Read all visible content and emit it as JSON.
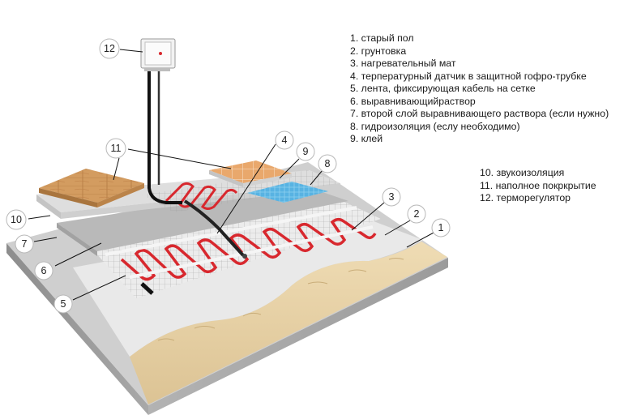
{
  "legend_main": [
    "1. старый пол",
    "2. грунтовка",
    "3. нагревательный мат",
    "4. терпературный датчик в защитной гофро-трубке",
    "5. лента, фиксирующая кабель на сетке",
    "6. выравнивающийраствор",
    "7.  второй слой выравнивающего раствора (если нужно)",
    "8. гидроизоляция (еслу необходимо)",
    "9. клей"
  ],
  "legend_extra": [
    "10. звукоизоляция",
    "11. наполное покркрытие",
    "12. терморегулятор"
  ],
  "callouts": [
    "1",
    "2",
    "3",
    "4",
    "5",
    "6",
    "7",
    "8",
    "9",
    "10",
    "11",
    "12"
  ],
  "colors": {
    "concrete": "#c7c7c7",
    "concrete_side": "#9c9c9c",
    "old_floor": "#e4d0a6",
    "screed": "#e6e6e6",
    "cable": "#d8282e",
    "parquet": "#d29a5d",
    "tile": "#e6a66b",
    "waterproof": "#5bb5e3"
  }
}
